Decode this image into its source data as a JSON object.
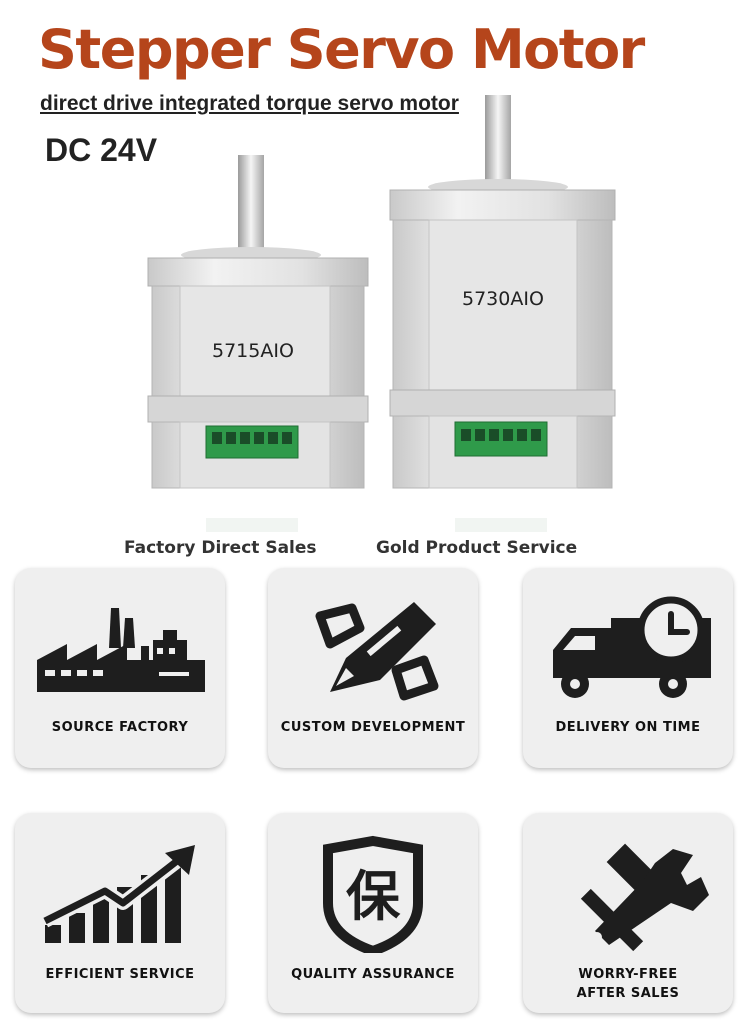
{
  "header": {
    "title": "Stepper Servo Motor",
    "subtitle": "direct drive integrated torque servo motor",
    "voltage": "DC 24V"
  },
  "products": [
    {
      "model": "5715AIO"
    },
    {
      "model": "5730AIO"
    }
  ],
  "captions": {
    "left": "Factory Direct Sales",
    "right": "Gold Product Service"
  },
  "features": [
    {
      "label": "SOURCE FACTORY",
      "icon": "factory-icon"
    },
    {
      "label": "CUSTOM DEVELOPMENT",
      "icon": "pencil-ruler-icon"
    },
    {
      "label": "DELIVERY ON TIME",
      "icon": "truck-clock-icon"
    },
    {
      "label": "EFFICIENT SERVICE",
      "icon": "growth-chart-icon"
    },
    {
      "label": "QUALITY ASSURANCE",
      "icon": "shield-icon",
      "glyph": "保"
    },
    {
      "label": "WORRY-FREE",
      "label2": "AFTER SALES",
      "icon": "tools-icon"
    }
  ],
  "colors": {
    "title": "#b5451b",
    "icon": "#1e1e1e",
    "card": "#efefef",
    "connector": "#2f9a4a"
  }
}
